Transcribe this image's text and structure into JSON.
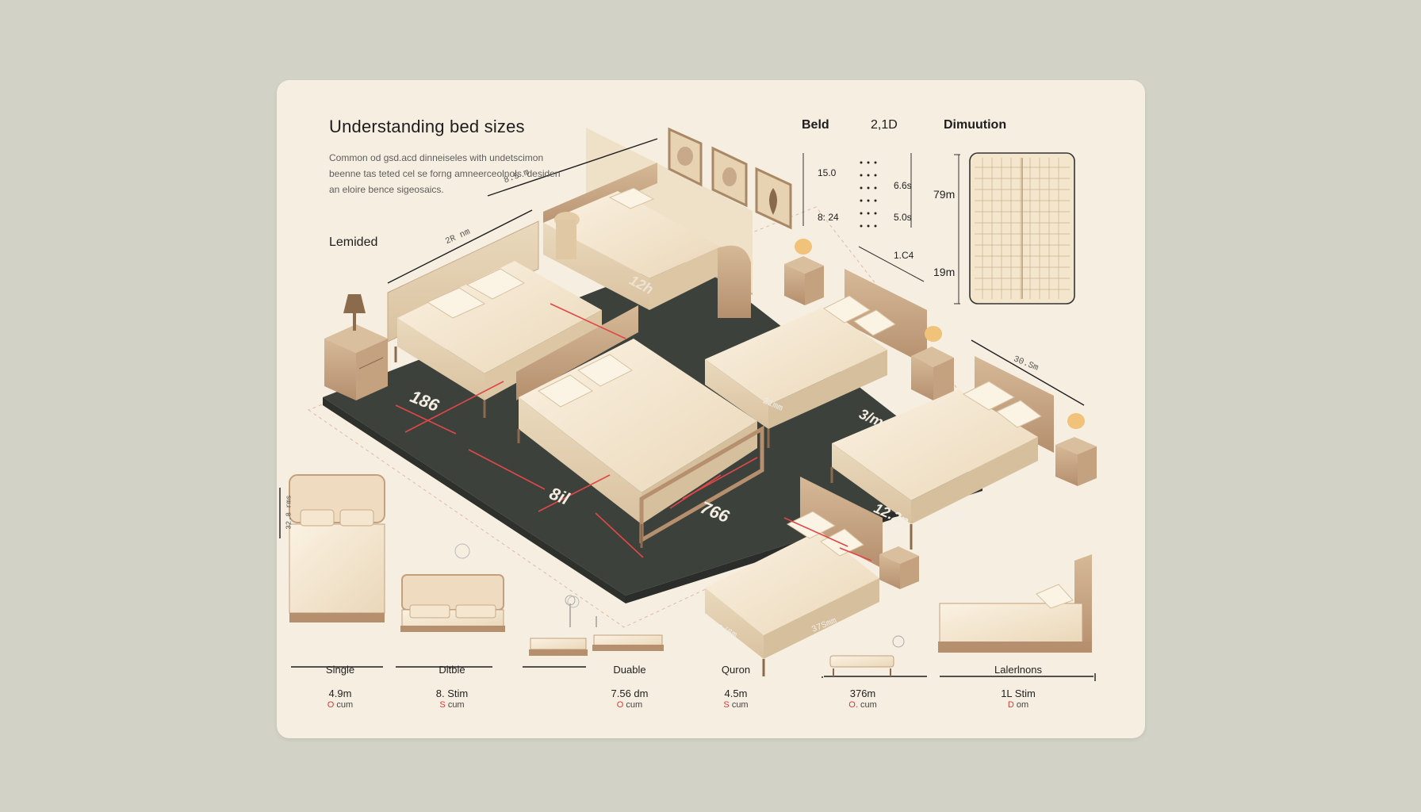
{
  "title": "Understanding bed sizes",
  "intro": "Common od gsd.acd dinneiseles with undetscimon beenne tas teted cel se forng amneerceolnols. desiden an eloire bence sigeosaics.",
  "section_label": "Lemided",
  "table": {
    "headers": [
      "Beld",
      "2,1D",
      "Dimuution"
    ],
    "left_values": [
      "15.0",
      "8: 24"
    ],
    "right_values": [
      "6.6s",
      "5.0s",
      "1.C4"
    ],
    "height_top": "79m",
    "height_bottom": "19m"
  },
  "floor_labels": {
    "a": "12h",
    "b": "186",
    "c": "8il",
    "d": "766",
    "e": "3/m",
    "f": "12.2n",
    "g": "21mm",
    "h": "3/6m",
    "i": "8.5 m",
    "j": "37Smm",
    "k": "30.Sm",
    "l": "2R nm",
    "m": "32.8 rms",
    "n": "3.7mm"
  },
  "sizes": [
    {
      "name": "Single",
      "dim": "4.9m",
      "sub_red": "O",
      "sub": "cum"
    },
    {
      "name": "Ditble",
      "dim": "8. Stim",
      "sub_red": "S",
      "sub": "cum"
    },
    {
      "name": "Duable",
      "dim": "7.56 dm",
      "sub_red": "O",
      "sub": "cum"
    },
    {
      "name": "Quron",
      "dim": "4.5m",
      "sub_red": "S",
      "sub": "cum"
    },
    {
      "name": "",
      "dim": "376m",
      "sub_red": "O.",
      "sub": "cum"
    },
    {
      "name": "Lalerlnons",
      "dim": "1L Stim",
      "sub_red": "D",
      "sub": "om"
    }
  ],
  "colors": {
    "background": "#d2d3c6",
    "card": "#f6efe1",
    "floor": "#3b3f3a",
    "bed": "#f1e3c9",
    "wood": "#c9a887",
    "accent_red": "#e04848"
  }
}
